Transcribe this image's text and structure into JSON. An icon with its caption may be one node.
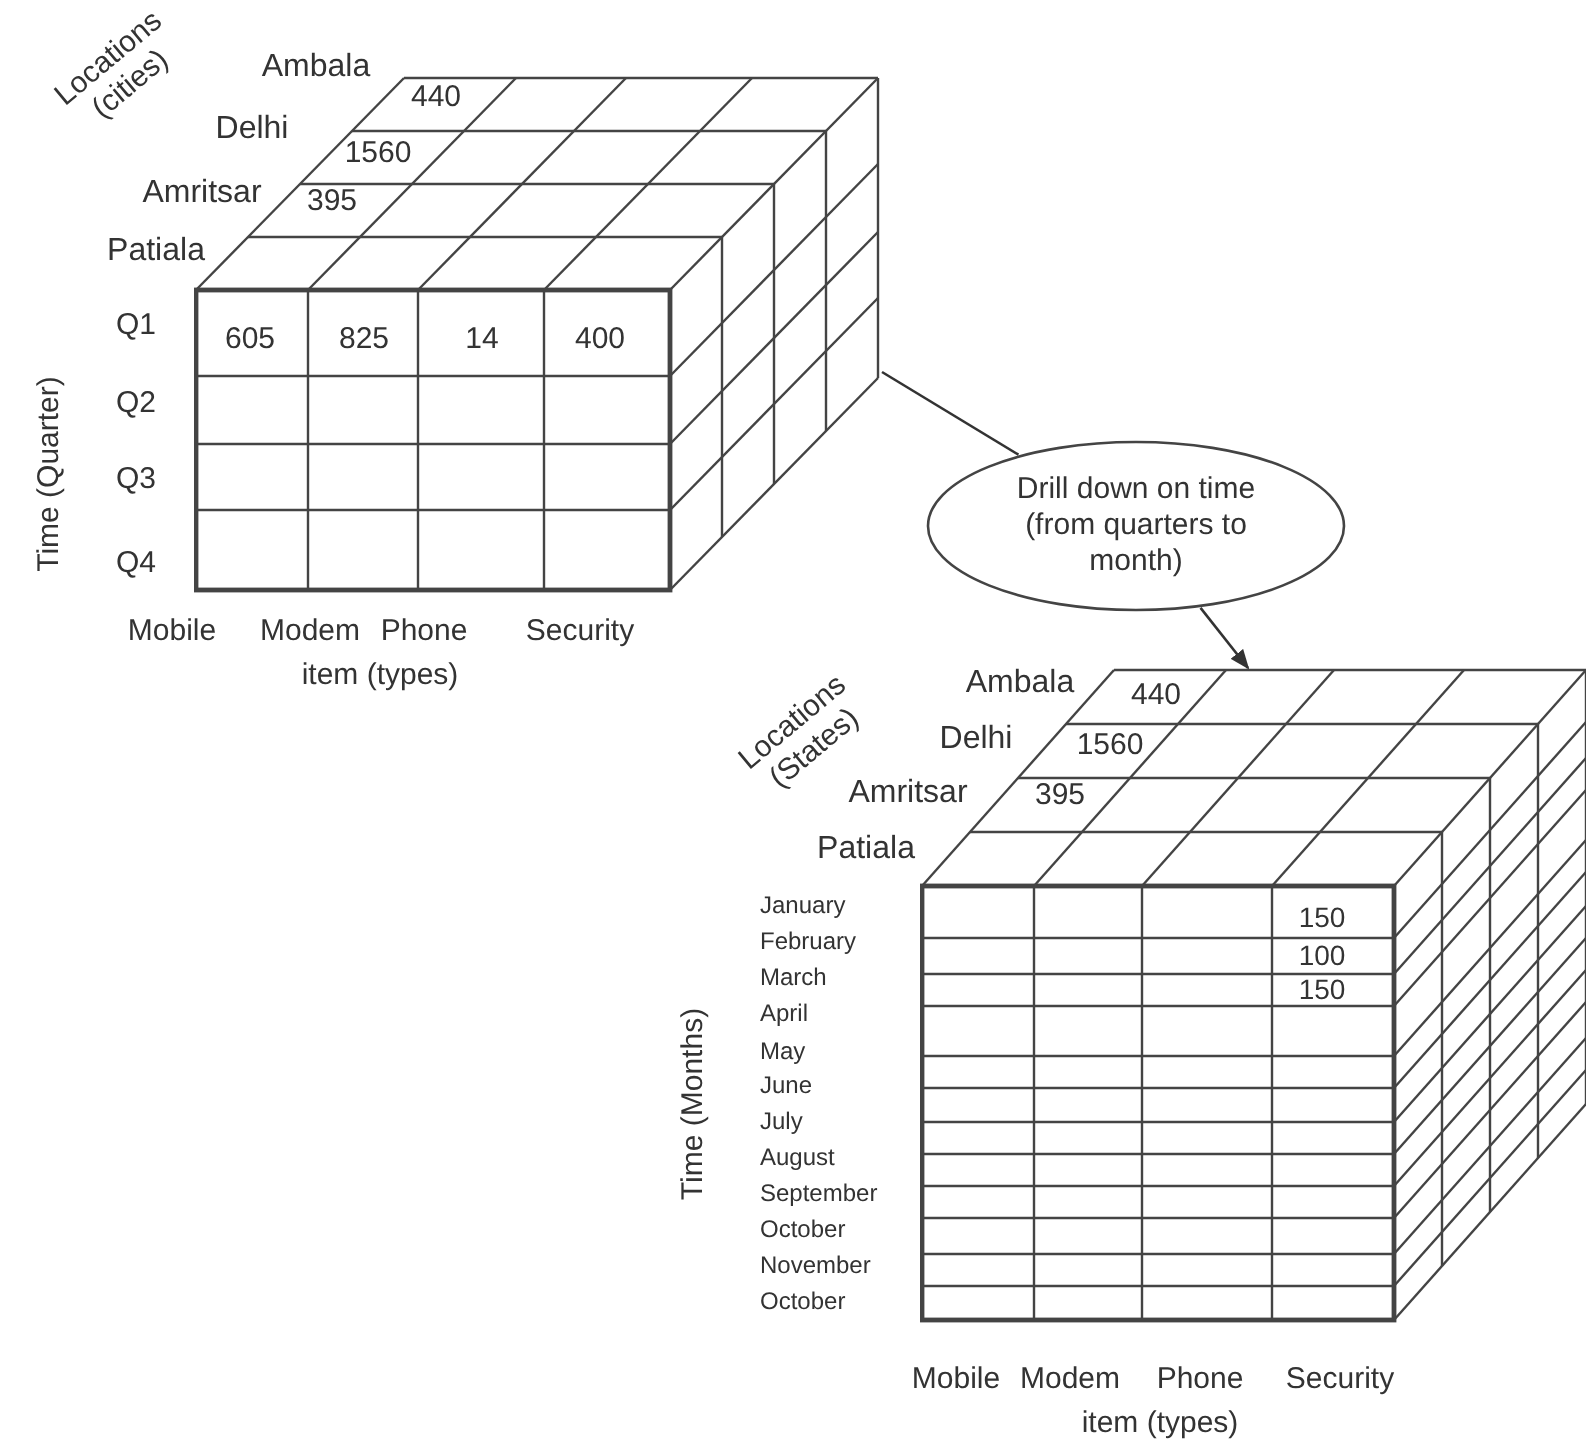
{
  "diagram": {
    "nodes": [
      {
        "text": [],
        "shape": "cube"
      },
      {
        "text": [
          "Drill down on time (from quarters to month)"
        ]
      },
      {
        "text": [],
        "shape": "cube"
      }
    ],
    "edges": [
      {
        "from": 0,
        "to": 1,
        "arrow": "none"
      },
      {
        "from": 1,
        "to": 2,
        "arrow": "to"
      }
    ],
    "labels": [
      "Locations (cities)",
      "Ambala",
      "440",
      "Delhi",
      "1560",
      "Amritsar",
      "395",
      "Patiala",
      "Q1",
      "605",
      "825",
      "14",
      "400",
      "Q2",
      "Q3",
      "Time (Quarter)",
      "Q4",
      "Mobile",
      "Modem",
      "Phone",
      "Security",
      "item (types)",
      "Locations (States)",
      "Ambala",
      "440",
      "Delhi",
      "1560",
      "Amritsar",
      "395",
      "Patiala",
      "January",
      "150",
      "February",
      "100",
      "March",
      "150",
      "April",
      "May",
      "June",
      "July",
      "August",
      "September",
      "October",
      "November",
      "October",
      "Time (Months)",
      "Mobile",
      "Modem",
      "Phone",
      "Security",
      "item (types)"
    ]
  }
}
